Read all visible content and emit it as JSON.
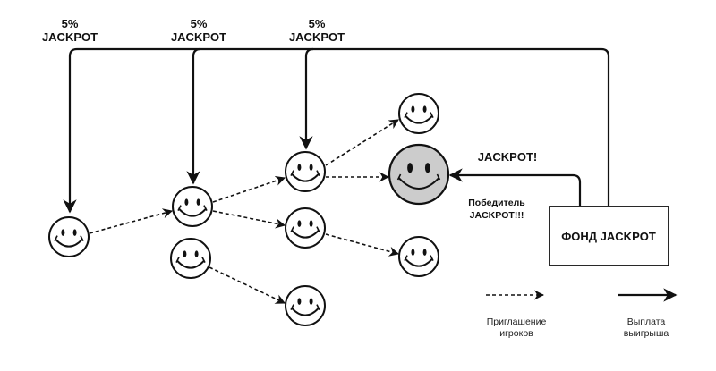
{
  "jackpot_labels": [
    {
      "pct": "5%",
      "text": "JACKPOT"
    },
    {
      "pct": "5%",
      "text": "JACKPOT"
    },
    {
      "pct": "5%",
      "text": "JACKPOT"
    }
  ],
  "winner_arrow_label": "JACKPOT!",
  "winner_caption": [
    "Победитель",
    "JACKPOT!!!"
  ],
  "fund_box_label": "ФОНД JACKPOT",
  "legend": {
    "invite": [
      "Приглашение",
      "игроков"
    ],
    "payout": [
      "Выплата",
      "выигрыша"
    ]
  },
  "players": [
    {
      "id": "p1",
      "winner": false
    },
    {
      "id": "p2",
      "winner": false
    },
    {
      "id": "p3",
      "winner": false
    },
    {
      "id": "p4",
      "winner": false
    },
    {
      "id": "p5",
      "winner": false
    },
    {
      "id": "p6",
      "winner": false
    },
    {
      "id": "p7",
      "winner": false
    },
    {
      "id": "p8",
      "winner": true
    },
    {
      "id": "p9",
      "winner": false
    }
  ],
  "invitations": [
    [
      "p1",
      "p2"
    ],
    [
      "p2",
      "p4"
    ],
    [
      "p2",
      "p5"
    ],
    [
      "p3",
      "p6"
    ],
    [
      "p4",
      "p7"
    ],
    [
      "p4",
      "p8"
    ],
    [
      "p5",
      "p9"
    ]
  ],
  "colors": {
    "winner_fill": "#cccccc",
    "stroke": "#111111"
  }
}
